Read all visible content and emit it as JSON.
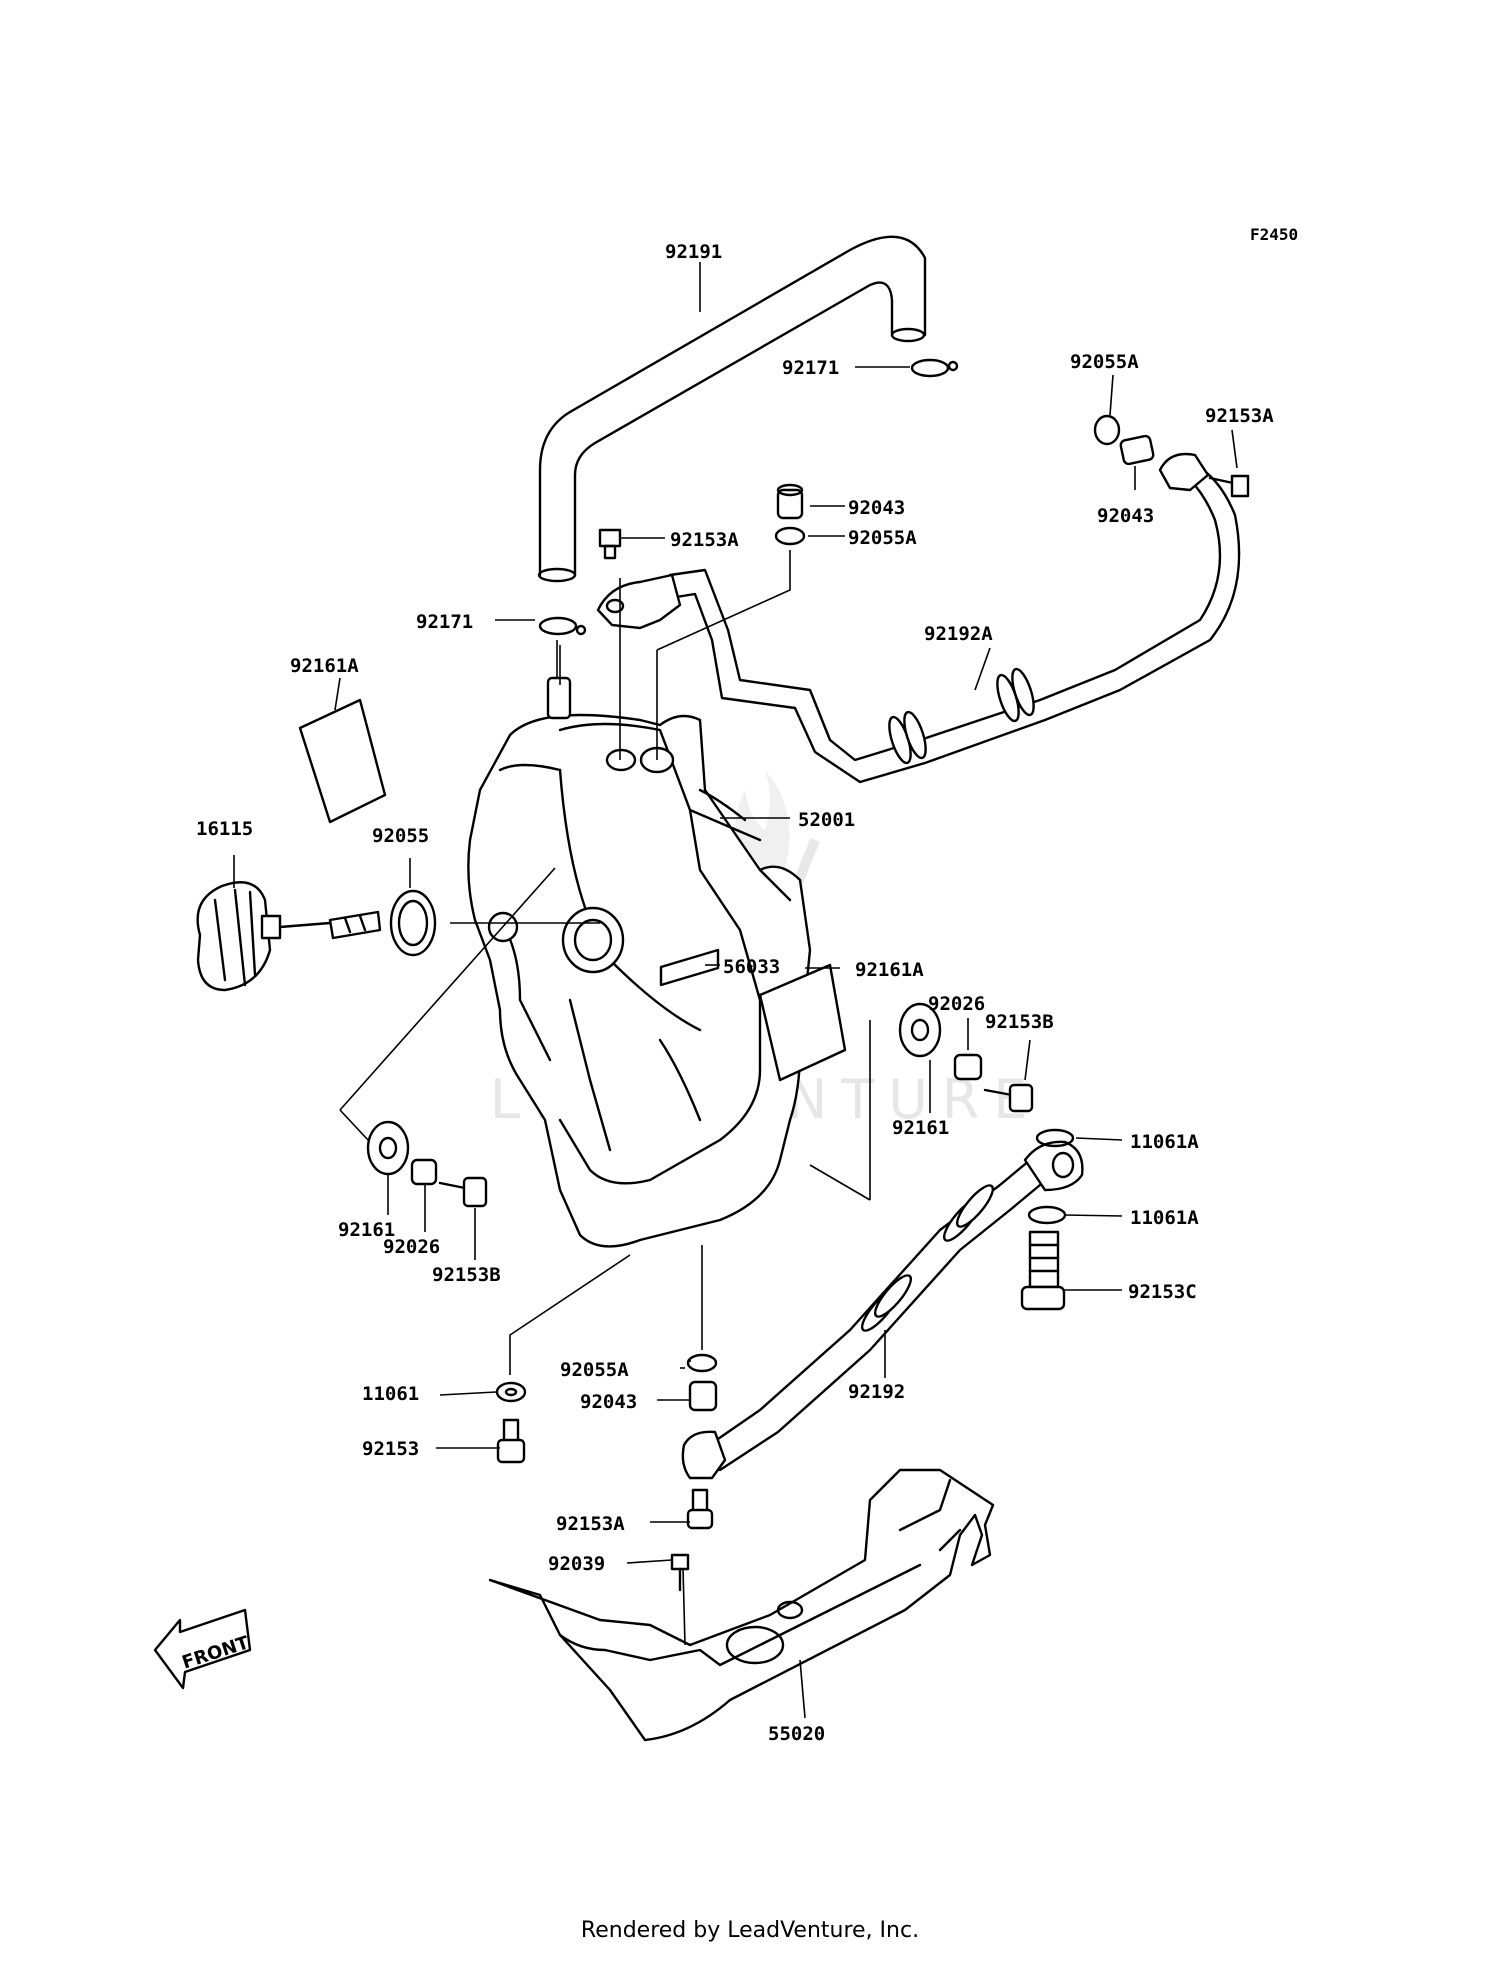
{
  "diagram_code": "F2450",
  "watermark": "LEADVENTURE",
  "front_label": "FRONT",
  "footer": "Rendered by LeadVenture, Inc.",
  "callouts": [
    {
      "id": "c-92191",
      "text": "92191"
    },
    {
      "id": "c-92171-top",
      "text": "92171"
    },
    {
      "id": "c-92055A-r",
      "text": "92055A"
    },
    {
      "id": "c-92153A-r",
      "text": "92153A"
    },
    {
      "id": "c-92043-r",
      "text": "92043"
    },
    {
      "id": "c-92043-m",
      "text": "92043"
    },
    {
      "id": "c-92153A-m",
      "text": "92153A"
    },
    {
      "id": "c-92055A-m",
      "text": "92055A"
    },
    {
      "id": "c-92171-m",
      "text": "92171"
    },
    {
      "id": "c-92192A",
      "text": "92192A"
    },
    {
      "id": "c-92161A-l",
      "text": "92161A"
    },
    {
      "id": "c-52001",
      "text": "52001"
    },
    {
      "id": "c-16115",
      "text": "16115"
    },
    {
      "id": "c-92055",
      "text": "92055"
    },
    {
      "id": "c-56033",
      "text": "56033"
    },
    {
      "id": "c-92161A-r",
      "text": "92161A"
    },
    {
      "id": "c-92026-r",
      "text": "92026"
    },
    {
      "id": "c-92153B-r",
      "text": "92153B"
    },
    {
      "id": "c-92161-r",
      "text": "92161"
    },
    {
      "id": "c-11061A-1",
      "text": "11061A"
    },
    {
      "id": "c-11061A-2",
      "text": "11061A"
    },
    {
      "id": "c-92153C",
      "text": "92153C"
    },
    {
      "id": "c-92161-l",
      "text": "92161"
    },
    {
      "id": "c-92026-l",
      "text": "92026"
    },
    {
      "id": "c-92153B-l",
      "text": "92153B"
    },
    {
      "id": "c-92055A-b",
      "text": "92055A"
    },
    {
      "id": "c-92192",
      "text": "92192"
    },
    {
      "id": "c-11061",
      "text": "11061"
    },
    {
      "id": "c-92043-b",
      "text": "92043"
    },
    {
      "id": "c-92153",
      "text": "92153"
    },
    {
      "id": "c-92153A-b",
      "text": "92153A"
    },
    {
      "id": "c-92039",
      "text": "92039"
    },
    {
      "id": "c-55020",
      "text": "55020"
    }
  ]
}
